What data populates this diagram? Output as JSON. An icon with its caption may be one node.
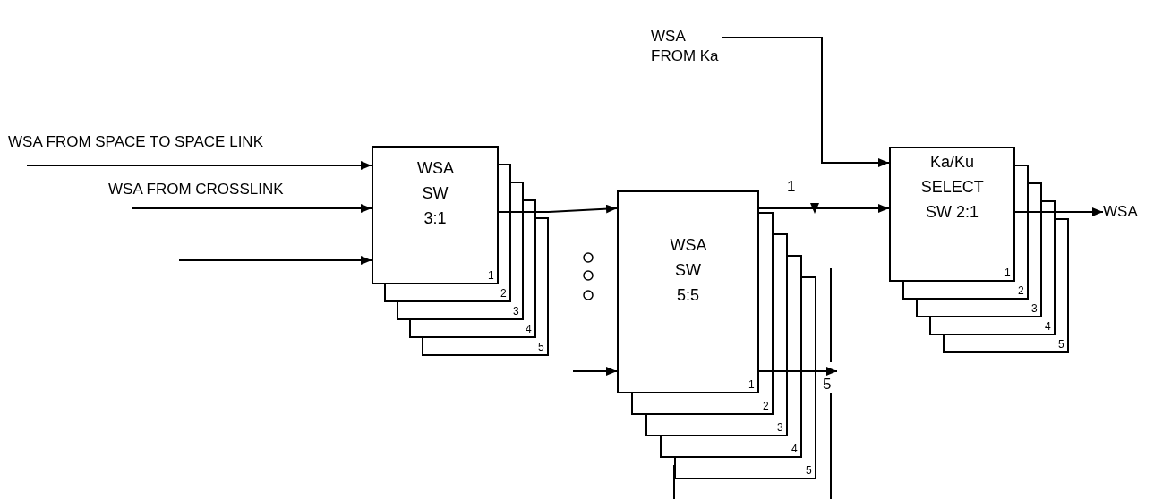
{
  "diagram": {
    "nodes": [
      {
        "text": [
          "WSA SW 3:1",
          "1",
          "2",
          "3",
          "4",
          "5"
        ]
      },
      {
        "text": [
          "WSA SW 5:5",
          "1",
          "2",
          "3",
          "4",
          "5"
        ]
      },
      {
        "text": [
          "Ka/Ku SELECT SW 2:1",
          "1",
          "2",
          "3",
          "4",
          "5"
        ]
      },
      {
        "text": [
          "WSA FROM Ka"
        ]
      },
      {
        "text": [
          "WSA"
        ]
      }
    ],
    "edges": [
      {
        "from": null,
        "to": 0,
        "arrow": "to",
        "label": "WSA FROM SPACE TO SPACE LINK"
      },
      {
        "from": null,
        "to": 0,
        "arrow": "to",
        "label": "WSA FROM CROSSLINK"
      },
      {
        "from": null,
        "to": 0,
        "arrow": "to"
      },
      {
        "from": 0,
        "to": 1,
        "arrow": "to"
      },
      {
        "from": null,
        "to": 1,
        "arrow": "to"
      },
      {
        "from": 1,
        "to": 2,
        "arrow": "to",
        "label": "1"
      },
      {
        "from": 1,
        "to": null,
        "arrow": "to",
        "label": "5"
      },
      {
        "from": 3,
        "to": 2,
        "arrow": "to"
      },
      {
        "from": 2,
        "to": 4,
        "arrow": "to"
      }
    ]
  }
}
